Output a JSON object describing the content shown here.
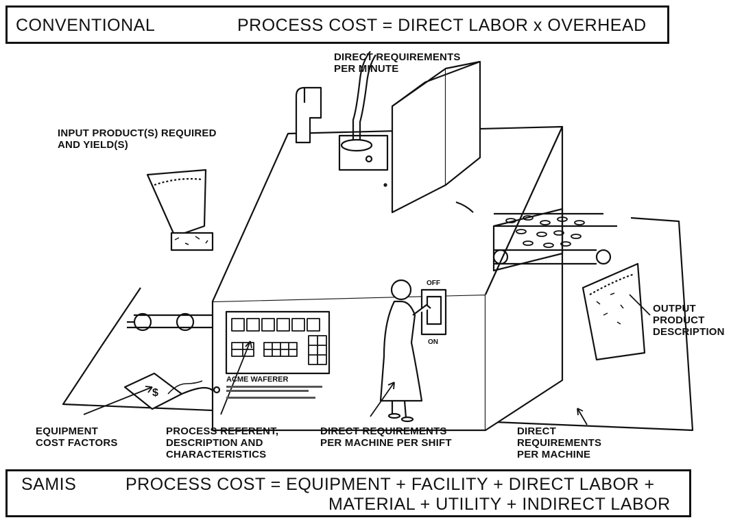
{
  "top_box": {
    "method": "CONVENTIONAL",
    "equation": "PROCESS COST  =  DIRECT LABOR x OVERHEAD"
  },
  "bottom_box": {
    "method": "SAMIS",
    "equation_line1": "PROCESS COST  =  EQUIPMENT + FACILITY + DIRECT LABOR +",
    "equation_line2": "MATERIAL + UTILITY + INDIRECT LABOR"
  },
  "labels": {
    "direct_req_per_minute": [
      "DIRECT REQUIREMENTS",
      "PER MINUTE"
    ],
    "input_products": [
      "INPUT PRODUCT(S) REQUIRED",
      "AND YIELD(S)"
    ],
    "output_product": [
      "OUTPUT",
      "PRODUCT",
      "DESCRIPTION"
    ],
    "equipment_cost": [
      "EQUIPMENT",
      "COST FACTORS"
    ],
    "process_referent": [
      "PROCESS REFERENT,",
      "DESCRIPTION AND",
      "CHARACTERISTICS"
    ],
    "direct_req_per_machine_shift": [
      "DIRECT REQUIREMENTS",
      "PER MACHINE PER SHIFT"
    ],
    "direct_req_per_machine": [
      "DIRECT",
      "REQUIREMENTS",
      "PER MACHINE"
    ]
  },
  "machine": {
    "name": "ACME WAFERER",
    "switch_off": "OFF",
    "switch_on": "ON"
  }
}
